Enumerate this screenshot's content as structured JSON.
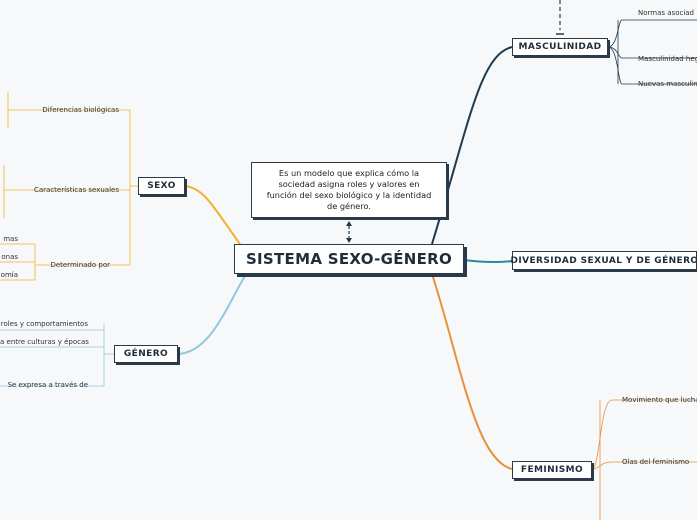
{
  "central": {
    "label": "SISTEMA SEXO-GÉNERO"
  },
  "note": {
    "text": "Es un modelo que explica cómo la sociedad asigna roles y valores en función del sexo biológico y la identidad de género."
  },
  "branches": {
    "masculinidad": {
      "label": "MASCULINIDAD",
      "color": "#1e3a4f",
      "children": [
        "Normas asociad",
        "Masculinidad heg",
        "Nuevas masculin"
      ]
    },
    "diversidad": {
      "label": "DIVERSIDAD SEXUAL Y DE GÉNERO",
      "color": "#2a8a9a"
    },
    "feminismo": {
      "label": "FEMINISMO",
      "color": "#e8913a",
      "children": [
        "Movimiento que lucha",
        "Olas del feminismo"
      ]
    },
    "sexo": {
      "label": "SEXO",
      "color": "#f0b429",
      "children": [
        "Diferencias biológicas",
        "Características sexuales",
        "Determinado por"
      ],
      "grandchildren": [
        "mas",
        "onas",
        "omía"
      ]
    },
    "genero": {
      "label": "GÉNERO",
      "color": "#8fc8e0",
      "children": [
        "roles y comportamientos",
        "a entre culturas y épocas",
        "Se expresa a través de"
      ]
    }
  }
}
